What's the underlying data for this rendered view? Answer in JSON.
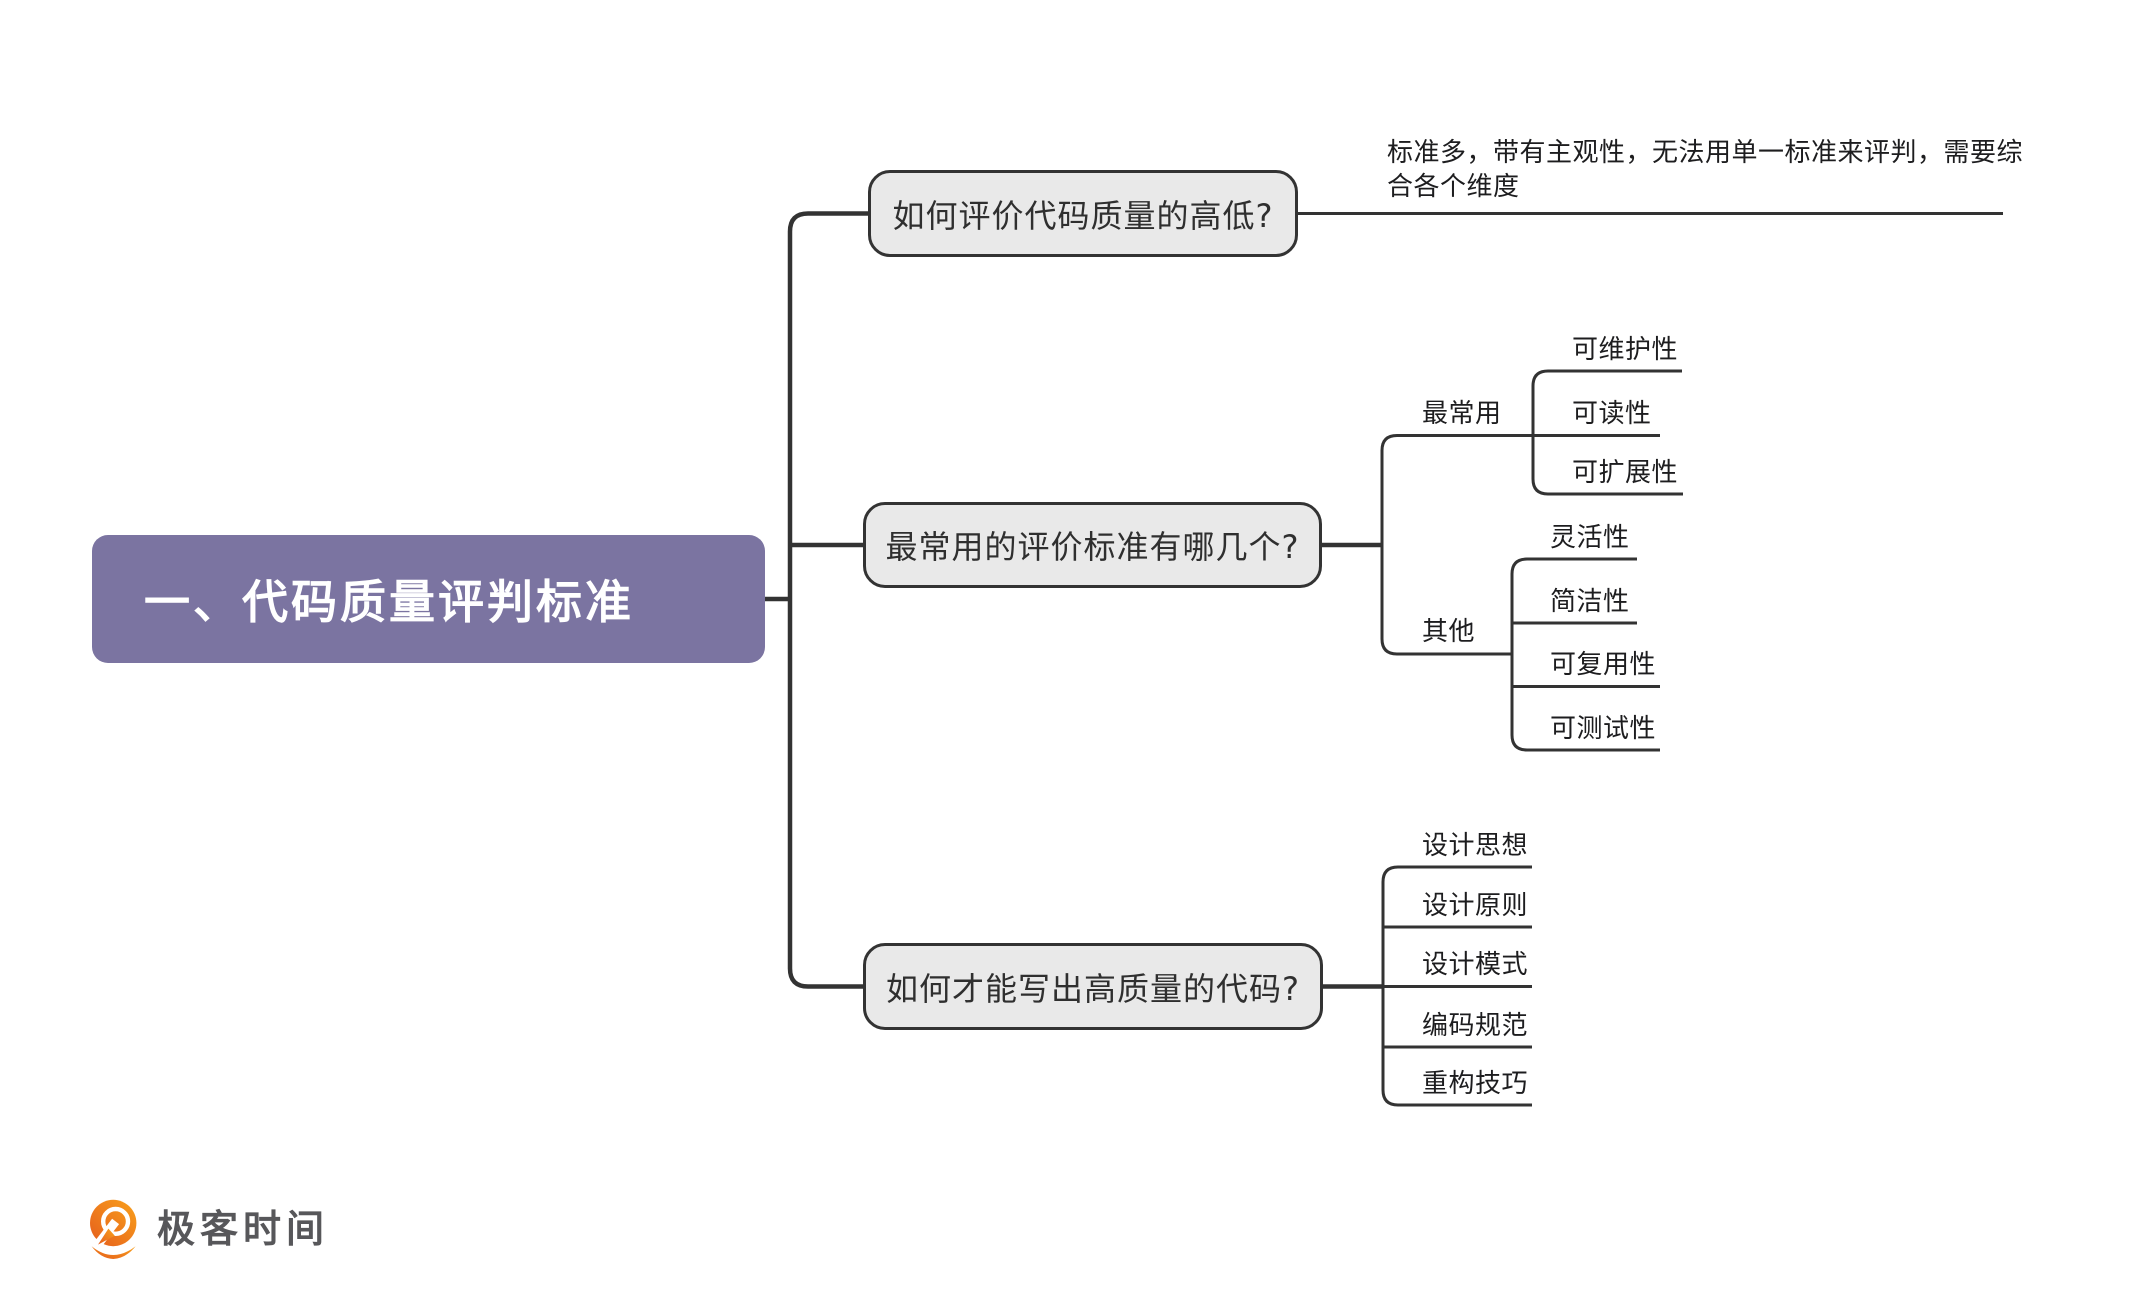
{
  "colors": {
    "root_fill": "#7b74a1",
    "root_text": "#ffffff",
    "box_fill": "#e9e9e9",
    "box_border": "#333333",
    "box_text": "#2f2f2f",
    "line": "#333333",
    "label_text": "#1d1d1f",
    "logo_orange_1": "#e55d1d",
    "logo_orange_2": "#f9a11b",
    "logo_text_color": "#57575a"
  },
  "root": {
    "label": "一、代码质量评判标准"
  },
  "branches": [
    {
      "label": "如何评价代码质量的高低?",
      "note": "标准多，带有主观性，无法用单一标准来评判，需要综合各个维度"
    },
    {
      "label": "最常用的评价标准有哪几个?",
      "groups": [
        {
          "label": "最常用",
          "children": [
            "可维护性",
            "可读性",
            "可扩展性"
          ]
        },
        {
          "label": "其他",
          "children": [
            "灵活性",
            "简洁性",
            "可复用性",
            "可测试性"
          ]
        }
      ]
    },
    {
      "label": "如何才能写出高质量的代码?",
      "children": [
        "设计思想",
        "设计原则",
        "设计模式",
        "编码规范",
        "重构技巧"
      ]
    }
  ],
  "footer": {
    "logo_text": "极客时间"
  }
}
